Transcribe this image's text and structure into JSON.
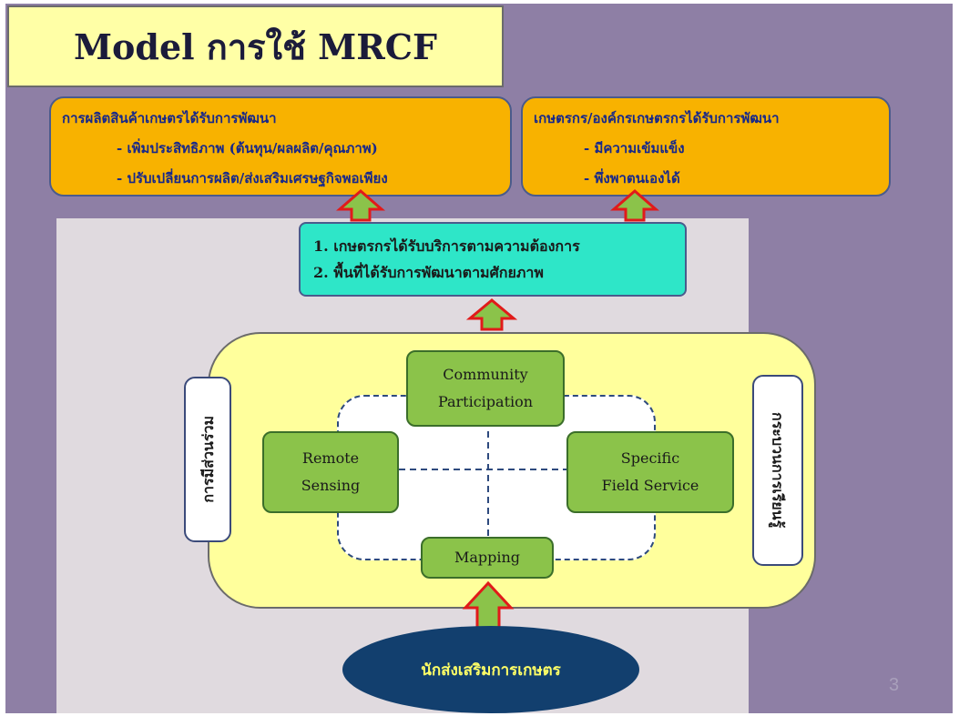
{
  "title": "Model การใช้ MRCF",
  "outcomes": {
    "left": {
      "title": "การผลิตสินค้าเกษตรได้รับการพัฒนา",
      "items": [
        "- เพิ่มประสิทธิภาพ (ต้นทุน/ผลผลิต/คุณภาพ)",
        "- ปรับเปลี่ยนการผลิต/ส่งเสริมเศรษฐกิจพอเพียง"
      ]
    },
    "right": {
      "title": "เกษตรกร/องค์กรเกษตรกรได้รับการพัฒนา",
      "items": [
        "- มีความเข้มแข็ง",
        "- พึ่งพาตนเองได้"
      ]
    }
  },
  "results": [
    "1. เกษตรกรได้รับบริการตามความต้องการ",
    "2. พื้นที่ได้รับการพัฒนาตามศักยภาพ"
  ],
  "components": {
    "community": [
      "Community",
      "Participation"
    ],
    "remote": [
      "Remote",
      "Sensing"
    ],
    "field": [
      "Specific",
      "Field  Service"
    ],
    "mapping": "Mapping"
  },
  "side_left": "การมีส่วนร่วม",
  "side_right": "กระบวนการเรียนรู้",
  "extension_worker": "นักส่งเสริมการเกษตร",
  "page_number": "3",
  "colors": {
    "background": "#8e7fa5",
    "outcome_box": "#f8b200",
    "result_box": "#2ee6c8",
    "component_box": "#8bc34a",
    "outer_frame": "#ffff9c",
    "oval": "#123f6e",
    "arrow_fill": "#8bc34a",
    "arrow_stroke": "#e11a1a"
  }
}
